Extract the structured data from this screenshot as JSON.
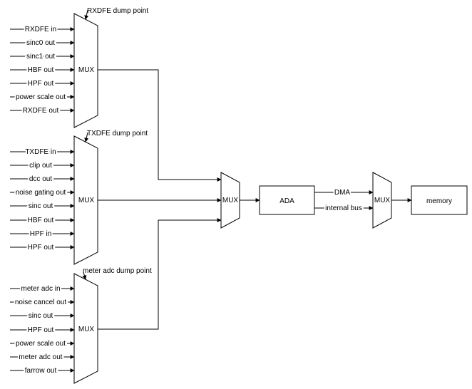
{
  "groups": [
    {
      "mux_label": "MUX",
      "dump_point": "RXDFE dump point",
      "inputs": [
        "RXDFE in",
        "sinc0 out",
        "sinc1 out",
        "HBF out",
        "HPF out",
        "power scale out",
        "RXDFE out"
      ]
    },
    {
      "mux_label": "MUX",
      "dump_point": "TXDFE dump point",
      "inputs": [
        "TXDFE in",
        "clip out",
        "dcc out",
        "noise gating out",
        "sinc out",
        "HBF out",
        "HPF in",
        "HPF out"
      ]
    },
    {
      "mux_label": "MUX",
      "dump_point": "meter adc dump point",
      "inputs": [
        "meter adc in",
        "noise cancel out",
        "sinc out",
        "HPF out",
        "power scale out",
        "meter adc out",
        "farrow out"
      ]
    }
  ],
  "center_mux_label": "MUX",
  "ada_label": "ADA",
  "bus_labels": [
    "DMA",
    "internal bus"
  ],
  "final_mux_label": "MUX",
  "memory_label": "memory",
  "colors": {
    "stroke": "#000000",
    "background": "#ffffff"
  }
}
